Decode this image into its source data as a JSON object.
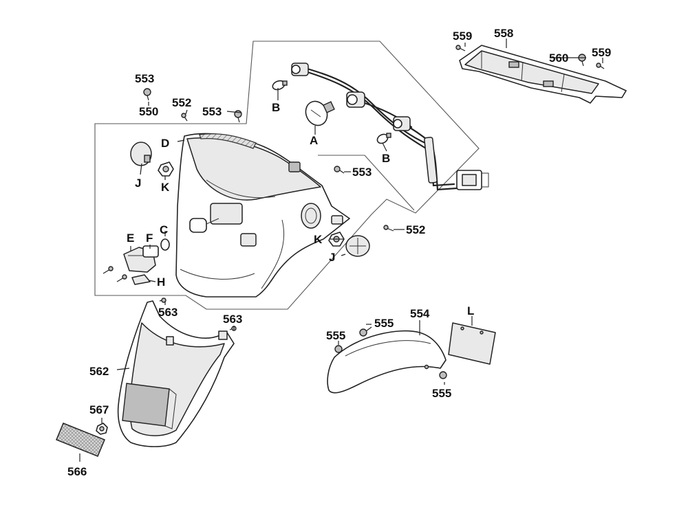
{
  "labels": {
    "l550": "550",
    "l552a": "552",
    "l552b": "552",
    "l553a": "553",
    "l553b": "553",
    "l553c": "553",
    "l554": "554",
    "l555a": "555",
    "l555b": "555",
    "l555c": "555",
    "l558": "558",
    "l559a": "559",
    "l559b": "559",
    "l560": "560",
    "l562": "562",
    "l563a": "563",
    "l563b": "563",
    "l566": "566",
    "l567": "567",
    "lA": "A",
    "lB1": "B",
    "lB2": "B",
    "lC": "C",
    "lD": "D",
    "lE": "E",
    "lF": "F",
    "lH": "H",
    "lJ1": "J",
    "lJ2": "J",
    "lK1": "K",
    "lK2": "K",
    "lL": "L"
  }
}
